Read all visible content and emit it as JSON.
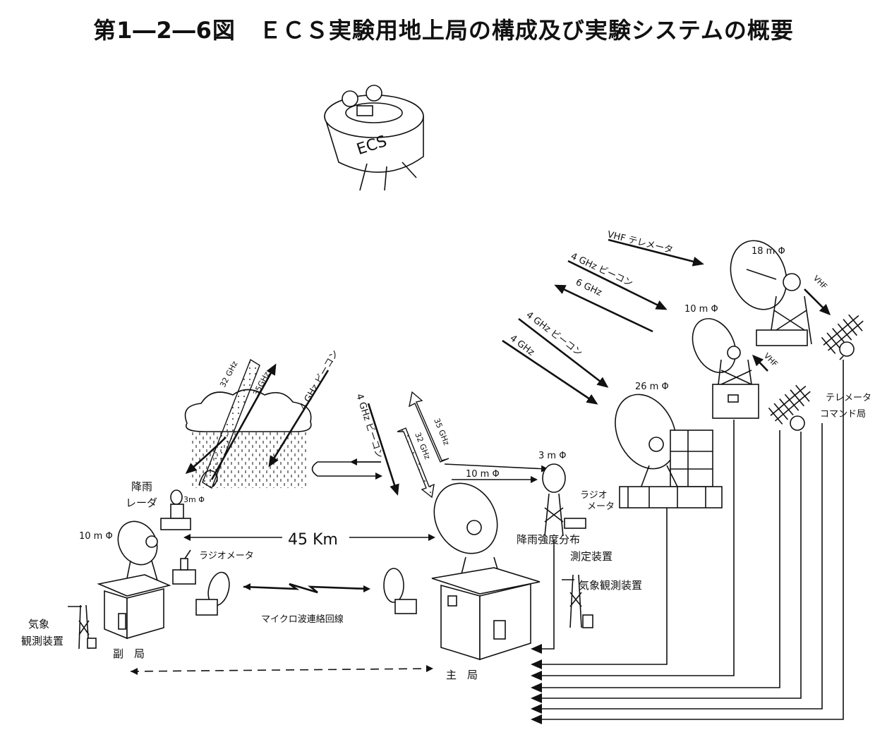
{
  "title": "第1―2―6図　ＥＣＳ実験用地上局の構成及び実験システムの概要",
  "satellite": {
    "label": "ECS"
  },
  "labels": {
    "vhf_telemetry": "VHF テレメータ",
    "beacon_4ghz_a": "4 GHz ビーコン",
    "up_6ghz": "6 GHz",
    "beacon_4ghz_b": "4 GHz ビーコン",
    "down_4ghz": "4 GHz",
    "dish_18m": "18 m Φ",
    "dish_10m_right": "10 m Φ",
    "dish_26m": "26 m Φ",
    "vhf_a": "VHF",
    "vhf_b": "VHF",
    "telemetry_station_1": "テレメータ",
    "telemetry_station_2": "コマンド局",
    "beacon_32": "32 GHz",
    "beacon_35": "35GHz",
    "beacon_4_left": "4 GHz ビーコン",
    "beacon_4_center": "4 GHz ビーコン",
    "up_35": "35 GHz",
    "down_32": "32 GHz",
    "radar_1": "降雨",
    "radar_2": "レーダ",
    "radar_size": "3m Φ",
    "dish_3m": "3 m Φ",
    "link_10m": "10 m Φ",
    "radiometer_right_1": "ラジオ",
    "radiometer_right_2": "メータ",
    "rain_dist_1": "降雨強度分布",
    "rain_dist_2": "測定装置",
    "weather_right": "気象観測装置",
    "dish_10m_left": "10 m Φ",
    "distance": "45 Km",
    "radiometer_left": "ラジオメータ",
    "microwave_link": "マイクロ波連絡回線",
    "weather_left_1": "気象",
    "weather_left_2": "観測装置",
    "sub_station": "副　局",
    "main_station": "主　局"
  }
}
